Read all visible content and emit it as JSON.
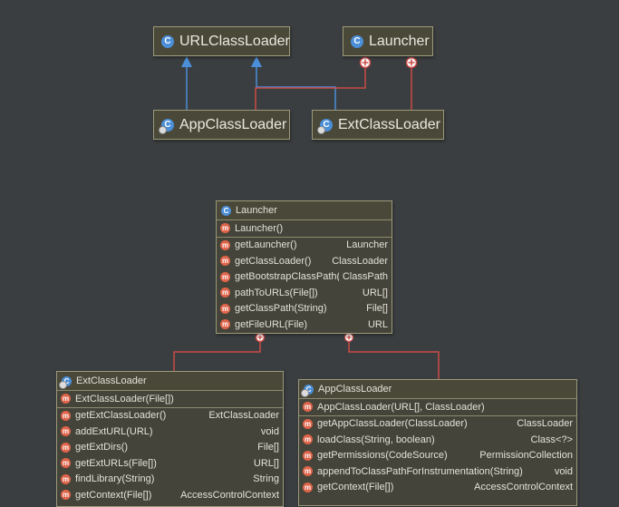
{
  "colors": {
    "background": "#3b3e40",
    "extends_arrow": "#4b8fd8",
    "inner_class_line": "#c94a46",
    "class_icon": "#4b8fd8",
    "method_icon": "#e0644a"
  },
  "top_diagram": {
    "url_class_loader": "URLClassLoader",
    "launcher": "Launcher",
    "app_class_loader": "AppClassLoader",
    "ext_class_loader": "ExtClassLoader"
  },
  "launcher_box": {
    "title": "Launcher",
    "constructor": "Launcher()",
    "methods": [
      {
        "name": "getLauncher()",
        "ret": "Launcher"
      },
      {
        "name": "getClassLoader()",
        "ret": "ClassLoader"
      },
      {
        "name": "getBootstrapClassPath()",
        "ret": "ClassPath"
      },
      {
        "name": "pathToURLs(File[])",
        "ret": "URL[]"
      },
      {
        "name": "getClassPath(String)",
        "ret": "File[]"
      },
      {
        "name": "getFileURL(File)",
        "ret": "URL"
      }
    ]
  },
  "ext_box": {
    "title": "ExtClassLoader",
    "constructor": "ExtClassLoader(File[])",
    "methods": [
      {
        "name": "getExtClassLoader()",
        "ret": "ExtClassLoader"
      },
      {
        "name": "addExtURL(URL)",
        "ret": "void"
      },
      {
        "name": "getExtDirs()",
        "ret": "File[]"
      },
      {
        "name": "getExtURLs(File[])",
        "ret": "URL[]"
      },
      {
        "name": "findLibrary(String)",
        "ret": "String"
      },
      {
        "name": "getContext(File[])",
        "ret": "AccessControlContext"
      }
    ]
  },
  "app_box": {
    "title": "AppClassLoader",
    "constructor": "AppClassLoader(URL[], ClassLoader)",
    "methods": [
      {
        "name": "getAppClassLoader(ClassLoader)",
        "ret": "ClassLoader"
      },
      {
        "name": "loadClass(String, boolean)",
        "ret": "Class<?>"
      },
      {
        "name": "getPermissions(CodeSource)",
        "ret": "PermissionCollection"
      },
      {
        "name": "appendToClassPathForInstrumentation(String)",
        "ret": "void"
      },
      {
        "name": "getContext(File[])",
        "ret": "AccessControlContext"
      }
    ]
  }
}
